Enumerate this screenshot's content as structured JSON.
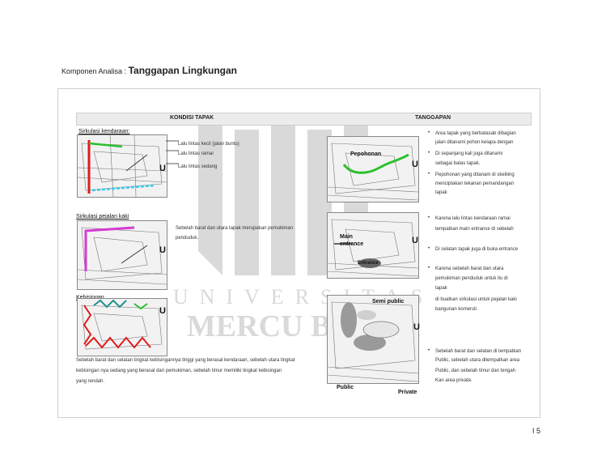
{
  "heading": {
    "prefix": "Komponen Analisa :",
    "title": "Tanggapan Lingkungan"
  },
  "table": {
    "col_left": "KONDISI TAPAK",
    "col_right": "TANGGAPAN"
  },
  "sirkulasi_kendaraan": {
    "label": "Sirkulasi kendaraan:",
    "legend": [
      "Lalu lintas kecil (jalan buntu)",
      "Lalu lintas ramai",
      "Lalu lintas sedang"
    ]
  },
  "sirkulasi_pejalan": {
    "label": "Sirkulasi pejalan kaki",
    "text_lines": [
      "Sebelah barat dan utara tapak merupakan pemukiman",
      "penduduk."
    ]
  },
  "kebisingan": {
    "label": "Kebisingan",
    "text_lines": [
      "Sebelah barat dan selatan tingkat kebisingannya tinggi yang berasal kendaraan, sebelah utara tingkat",
      "kebisingan nya sedang yang berasal dari pemukiman, sebelah timur  memiliki tingkat kebisingan",
      "yang rendah."
    ]
  },
  "map_labels": {
    "pepohonan": "Pepohonan",
    "main_entrance_1": "Main",
    "main_entrance_2": "entrance",
    "entrance": "Entrance",
    "semi_public": "Semi public",
    "public": "Public",
    "private": "Private",
    "north": "U"
  },
  "tanggapan": [
    {
      "bullet": "•",
      "lines": [
        "Area  tapak  yang  berbatasab  dibagian",
        "jalan ditanami pohon kelapa dengan"
      ]
    },
    {
      "bullet": "•",
      "lines": [
        "Di  sepanjang  kali  juga  ditanami",
        "sebagai batas tapak."
      ]
    },
    {
      "bullet": "•",
      "lines": [
        "Pepohonan yang ditanam di skeiliing",
        "menciptakan  tekanan  pemandangan",
        "tapak"
      ]
    },
    {
      "bullet": "•",
      "lines": [
        "Karena  lalu lintas  kendaraan  ramai",
        "tempatkan main entrance di sebelah"
      ]
    },
    {
      "bullet": "•",
      "lines": [
        "Di selatan tapak juga di buka entrance"
      ]
    },
    {
      "bullet": "•",
      "lines": [
        "Karena  sebelah  barat  dan  utara",
        "pemukiman penduduk untuk itu di",
        "tapak",
        "di buatkan sirkulasi untuk pejalan kaki",
        "bangunan komersil."
      ]
    },
    {
      "bullet": "•",
      "lines": [
        "Sebelah barat dan selatan di tempatkan",
        "Public, sebelah utara ditempatkan area",
        "Public, dan sebelah timur dan tengah",
        "Kan area private."
      ]
    }
  ],
  "watermark": {
    "word1": "UNIVERSITAS",
    "word2": "MERCU BUANA"
  },
  "page_number": "I  5",
  "colors": {
    "red": "#e01b1b",
    "green": "#2bbf2b",
    "cyan": "#35c9e8",
    "magenta": "#d43cd4",
    "teal": "#1f8f8f",
    "grey_zone": "#9a9a9a"
  }
}
